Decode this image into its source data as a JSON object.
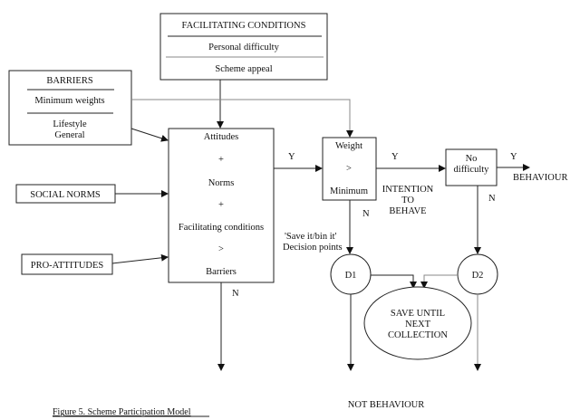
{
  "figure": {
    "caption": "Figure 5.  Scheme Participation Model"
  },
  "facilitating_conditions": {
    "title": "FACILITATING CONDITIONS",
    "items": [
      "Personal difficulty",
      "Scheme appeal"
    ]
  },
  "barriers": {
    "title": "BARRIERS",
    "items": [
      "Minimum weights"
    ],
    "footer_lines": [
      "Lifestyle",
      "General"
    ]
  },
  "social_norms": {
    "label": "SOCIAL NORMS"
  },
  "pro_attitudes": {
    "label": "PRO-ATTITUDES"
  },
  "central_box": {
    "lines": [
      "Attitudes",
      "+",
      "Norms",
      "+",
      "Facilitating conditions",
      ">",
      "Barriers"
    ]
  },
  "weight_box": {
    "lines": [
      "Weight",
      ">",
      "Minimum"
    ]
  },
  "difficulty_box": {
    "lines": [
      "No",
      "difficulty"
    ]
  },
  "labels": {
    "yes": "Y",
    "no": "N",
    "intention": [
      "INTENTION",
      "TO",
      "BEHAVE"
    ],
    "decision_points": [
      "'Save it/bin it'",
      "Decision points"
    ],
    "behaviour": "BEHAVIOUR",
    "not_behaviour": "NOT BEHAVIOUR"
  },
  "decision_nodes": {
    "d1": "D1",
    "d2": "D2"
  },
  "save_until": {
    "lines": [
      "SAVE UNTIL",
      "NEXT",
      "COLLECTION"
    ]
  }
}
